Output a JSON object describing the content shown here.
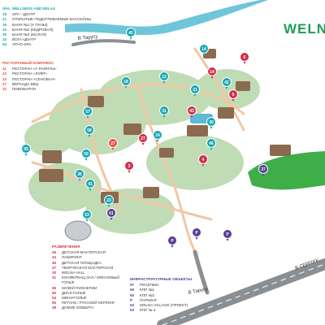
{
  "brand": "WELNA",
  "colors": {
    "spa": "#1aa7b3",
    "restaurant": "#e8503a",
    "entertainment": "#d1304a",
    "infrastructure": "#5a3e96",
    "greenery": "#a9cf8c",
    "forest": "#7fb069",
    "river": "#6ec6d8",
    "road": "#8a8f94",
    "path": "#f2c7a5",
    "golf": "#3fae49"
  },
  "legend": {
    "spa": {
      "heading": "SPA, WELLNESS AND RELAX",
      "items": [
        {
          "num": "18",
          "label": "SPA - ЦЕНТР"
        },
        {
          "num": "21",
          "label": "ОТКРЫТЫЕ ПОДОГРЕВАЕМЫЕ БАССЕЙНЫ"
        },
        {
          "num": "19",
          "label": "БАНЯ №1 (У ПУНЫ)"
        },
        {
          "num": "34",
          "label": "БАНЯ №2 (КЕДРОВАЯ)"
        },
        {
          "num": "35",
          "label": "БАНЯ №3 (МАЛАЯ)"
        },
        {
          "num": "33",
          "label": "ЙОГА-ЦЕНТР"
        },
        {
          "num": "54",
          "label": "ЭТНО-SPA"
        }
      ]
    },
    "restaurants": {
      "heading": "РЕСТОРАННЫЙ КОМПЛЕКС",
      "items": [
        {
          "num": "11",
          "label": "РЕСТОРАН «У РАЙНТЫ»"
        },
        {
          "num": "22",
          "label": "РЕСТОРАН «ЛОФТ»"
        },
        {
          "num": "23",
          "label": "РЕСТОРАН «СЕНОВАЛ»"
        },
        {
          "num": "27",
          "label": "ВЕРАНДА BBQ"
        },
        {
          "num": "32",
          "label": "ПИВОВАРНЯ"
        }
      ]
    },
    "entertainment": {
      "heading": "РАЗВЛЕЧЕНИЯ",
      "items": [
        {
          "num": "46",
          "label": "ДЕТСКАЯ МАСТЕРСКАЯ"
        },
        {
          "num": "44",
          "label": "ЛАБИРИНТ"
        },
        {
          "num": "45",
          "label": "ДЕТСКАЯ ПЛОЩАДКА"
        },
        {
          "num": "47",
          "label": "ТВОРЧЕСКАЯ МАСТЕРСКАЯ"
        },
        {
          "num": "30",
          "label": "WELNA HALL"
        },
        {
          "num": "31",
          "label": "КОНФЕРЕНЦ ЗАЛ / МЯСНОВЫЙ"
        },
        {
          "num": "",
          "label": "ГОЛЬФ"
        },
        {
          "num": "55",
          "label": "МУЗЕЙ ПИОНЕРИИ"
        },
        {
          "num": "50",
          "label": "ДИСК-ГОЛЬФ"
        },
        {
          "num": "54",
          "label": "МИНИ-ГОЛЬФ"
        },
        {
          "num": "55",
          "label": "ПЕТАНК / РУССКИЙ КЕРЛИНГ"
        },
        {
          "num": "38",
          "label": "ДОМИК ХОББИТА"
        }
      ]
    },
    "infrastructure": {
      "heading": "ИНФРАСТРУКТУРНЫЕ ОБЪЕКТЫ",
      "items": [
        {
          "num": "57",
          "label": "РЕСЕПШН"
        },
        {
          "num": "59",
          "label": "КПП №1"
        },
        {
          "num": "60",
          "label": "КПП №2"
        },
        {
          "num": "P",
          "label": "ПАРКИНГ"
        },
        {
          "num": "60",
          "label": "WELNA VILLAGE (ПРОЕКТ)"
        },
        {
          "num": "63",
          "label": "КПП № 3"
        }
      ]
    }
  },
  "roads": {
    "tarusa_top": "В Тарусу",
    "tarusa_bottom": "В Тарусу",
    "serpukhov": "В СЕРПУХ"
  },
  "pins": [
    {
      "label": "45",
      "kind": "spa"
    },
    {
      "label": "14",
      "kind": "spa"
    },
    {
      "label": "6",
      "kind": "entertainment"
    },
    {
      "label": "14",
      "kind": "entertainment"
    },
    {
      "label": "42",
      "kind": "spa"
    },
    {
      "label": "12",
      "kind": "spa"
    },
    {
      "label": "18",
      "kind": "spa"
    },
    {
      "label": "21",
      "kind": "spa"
    },
    {
      "label": "43",
      "kind": "entertainment"
    },
    {
      "label": "27",
      "kind": "entertainment"
    },
    {
      "label": "24",
      "kind": "spa"
    },
    {
      "label": "46",
      "kind": "spa"
    },
    {
      "label": "27",
      "kind": "restaurant"
    },
    {
      "label": "30",
      "kind": "spa"
    },
    {
      "label": "31",
      "kind": "spa"
    },
    {
      "label": "55",
      "kind": "spa"
    },
    {
      "label": "57",
      "kind": "spa"
    },
    {
      "label": "58",
      "kind": "spa"
    },
    {
      "label": "59",
      "kind": "spa"
    },
    {
      "label": "36",
      "kind": "spa"
    },
    {
      "label": "41",
      "kind": "spa"
    },
    {
      "label": "23",
      "kind": "spa"
    },
    {
      "label": "53",
      "kind": "spa"
    },
    {
      "label": "3",
      "kind": "entertainment"
    },
    {
      "label": "4",
      "kind": "entertainment"
    },
    {
      "label": "5",
      "kind": "entertainment"
    },
    {
      "label": "P",
      "kind": "infrastructure"
    },
    {
      "label": "P",
      "kind": "infrastructure"
    },
    {
      "label": "P",
      "kind": "infrastructure"
    },
    {
      "label": "61",
      "kind": "infrastructure"
    },
    {
      "label": "37",
      "kind": "infrastructure"
    }
  ]
}
